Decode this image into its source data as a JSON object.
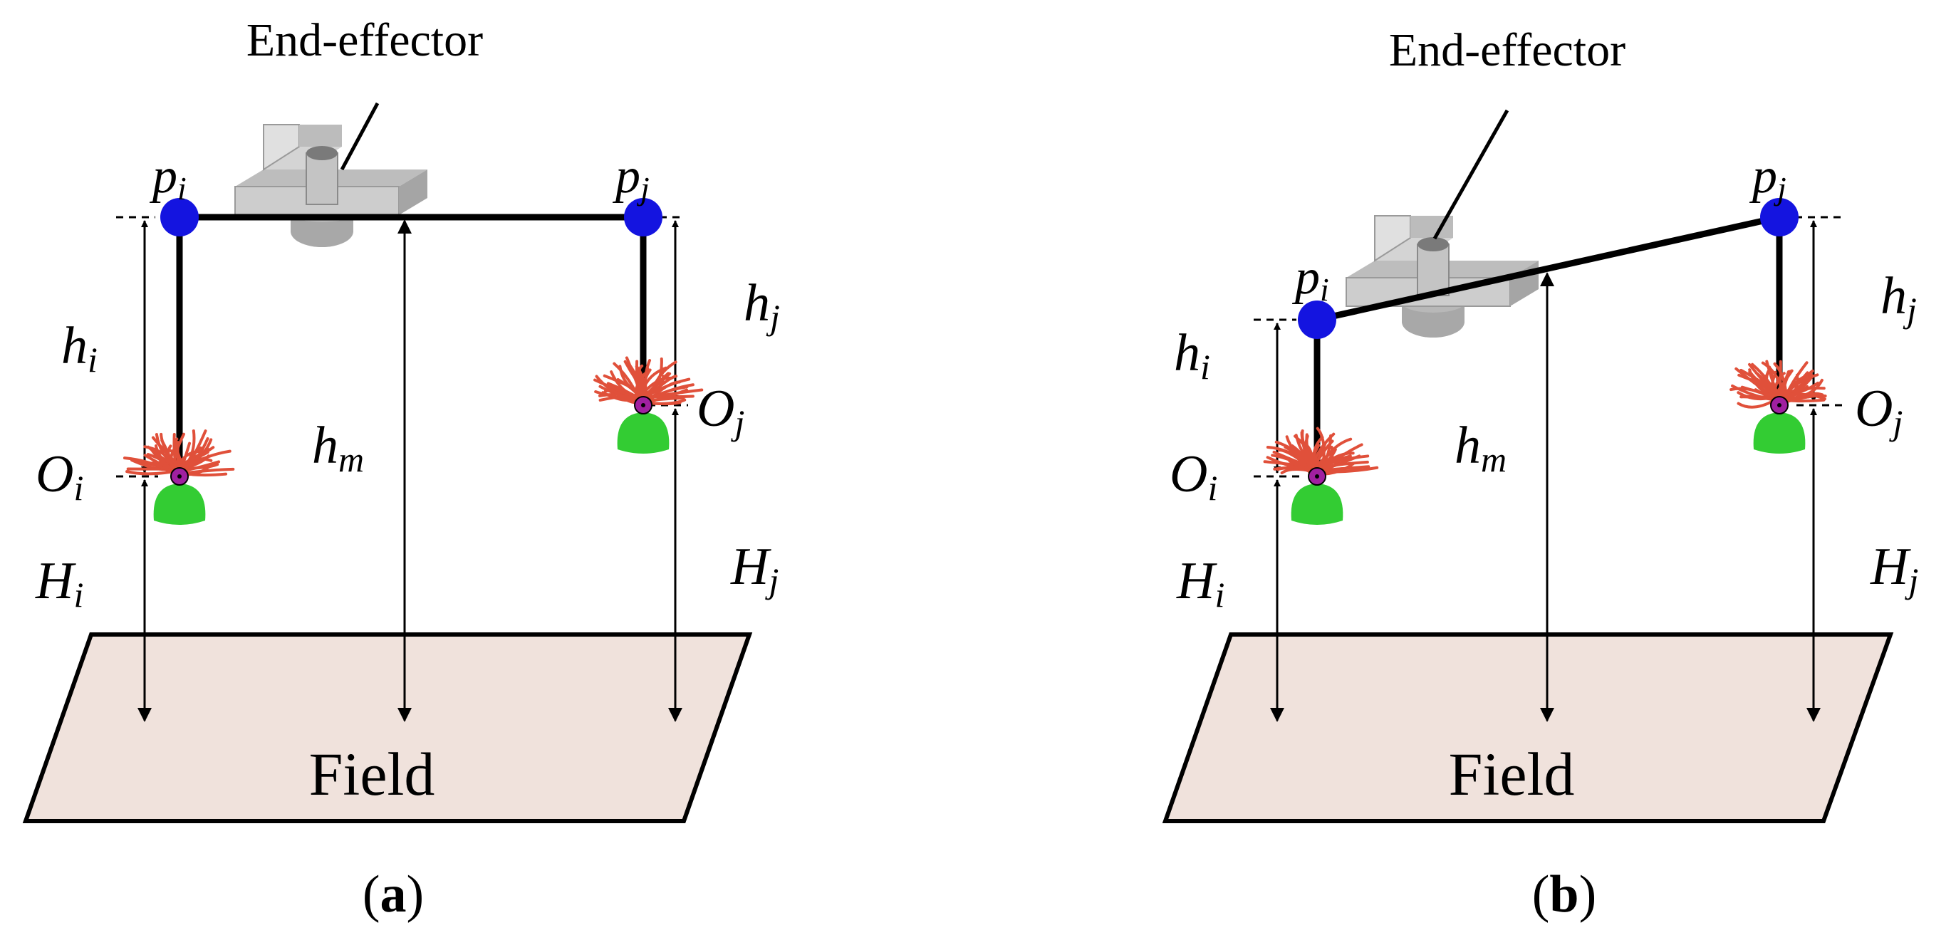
{
  "panels": [
    {
      "id": "a",
      "caption_open": "(",
      "caption_letter": "a",
      "caption_close": ")",
      "effector_label": "End-effector",
      "field_label": "Field",
      "p_i": {
        "base": "p",
        "sub": "i"
      },
      "p_j": {
        "base": "p",
        "sub": "j"
      },
      "h_i": {
        "base": "h",
        "sub": "i"
      },
      "h_j": {
        "base": "h",
        "sub": "j"
      },
      "h_m": {
        "base": "h",
        "sub": "m"
      },
      "O_i": {
        "base": "O",
        "sub": "i"
      },
      "O_j": {
        "base": "O",
        "sub": "j"
      },
      "H_i": {
        "base": "H",
        "sub": "i"
      },
      "H_j": {
        "base": "H",
        "sub": "j"
      }
    },
    {
      "id": "b",
      "caption_open": "(",
      "caption_letter": "b",
      "caption_close": ")",
      "effector_label": "End-effector",
      "field_label": "Field",
      "p_i": {
        "base": "p",
        "sub": "i"
      },
      "p_j": {
        "base": "p",
        "sub": "j"
      },
      "h_i": {
        "base": "h",
        "sub": "i"
      },
      "h_j": {
        "base": "h",
        "sub": "j"
      },
      "h_m": {
        "base": "h",
        "sub": "m"
      },
      "O_i": {
        "base": "O",
        "sub": "i"
      },
      "O_j": {
        "base": "O",
        "sub": "j"
      },
      "H_i": {
        "base": "H",
        "sub": "i"
      },
      "H_j": {
        "base": "H",
        "sub": "j"
      }
    }
  ],
  "colors": {
    "point": "#1414e0",
    "field_fill": "#f0e2dc",
    "seaweed_tentacles": "#e0503a",
    "seaweed_base": "#33cc33",
    "attach_point": "#a020a0",
    "effector": "#c8c8c8"
  }
}
